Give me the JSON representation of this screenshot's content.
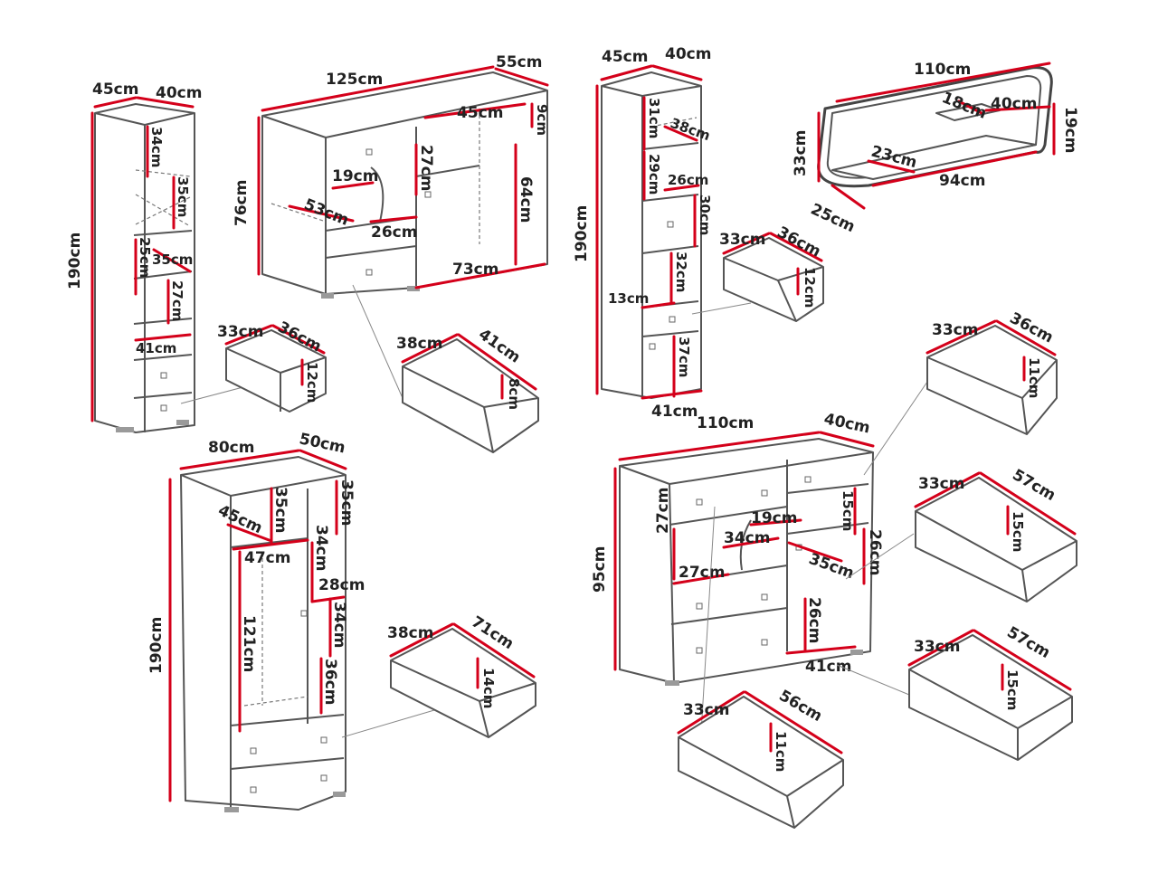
{
  "colors": {
    "dimension_line": "#d4001a",
    "outline": "#555555",
    "background": "#ffffff"
  },
  "items": {
    "bookcase_narrow": {
      "width": "45cm",
      "depth": "40cm",
      "height": "190cm",
      "shelves": [
        "34cm",
        "35cm",
        "35cm",
        "25cm",
        "27cm"
      ],
      "bottom_width": "41cm",
      "drawer": {
        "depth": "33cm",
        "width": "36cm",
        "height": "12cm"
      }
    },
    "desk": {
      "width": "125cm",
      "depth": "55cm",
      "height": "76cm",
      "inner": [
        "45cm",
        "9cm",
        "27cm",
        "19cm",
        "53cm",
        "26cm",
        "64cm",
        "73cm"
      ],
      "drawer": {
        "depth": "38cm",
        "width": "41cm",
        "height": "8cm"
      }
    },
    "bookcase_tall": {
      "width": "45cm",
      "depth": "40cm",
      "height": "190cm",
      "inner": [
        "31cm",
        "38cm",
        "29cm",
        "26cm",
        "30cm",
        "32cm",
        "13cm",
        "37cm"
      ],
      "bottom_width": "41cm",
      "drawer": {
        "depth": "33cm",
        "width": "36cm",
        "height": "12cm"
      }
    },
    "wall_shelf": {
      "width": "110cm",
      "depth": "25cm",
      "height": "33cm",
      "side": "19cm",
      "inner": [
        "18cm",
        "40cm",
        "23cm",
        "94cm"
      ]
    },
    "wardrobe": {
      "width": "80cm",
      "depth": "50cm",
      "height": "190cm",
      "inner": [
        "35cm",
        "35cm",
        "45cm",
        "47cm",
        "34cm",
        "28cm",
        "121cm",
        "34cm",
        "36cm"
      ],
      "drawer": {
        "depth": "38cm",
        "width": "71cm",
        "height": "14cm"
      }
    },
    "chest": {
      "width": "110cm",
      "depth": "40cm",
      "height": "95cm",
      "inner": [
        "19cm",
        "15cm",
        "34cm",
        "26cm",
        "27cm",
        "27cm",
        "35cm",
        "26cm",
        "41cm"
      ],
      "drawer_a": {
        "depth": "33cm",
        "width": "36cm",
        "height": "11cm"
      },
      "drawer_b": {
        "depth": "33cm",
        "width": "57cm",
        "height": "15cm"
      },
      "drawer_c": {
        "depth": "33cm",
        "width": "57cm",
        "height": "15cm"
      },
      "drawer_d": {
        "depth": "33cm",
        "width": "56cm",
        "height": "11cm"
      }
    }
  }
}
